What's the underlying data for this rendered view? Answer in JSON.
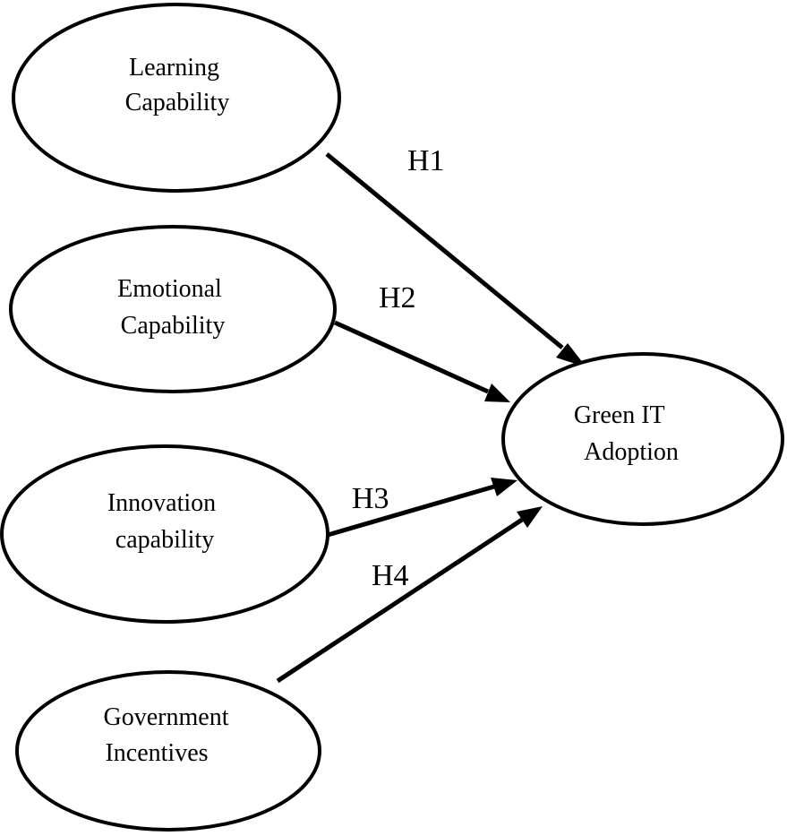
{
  "nodes": {
    "learning": {
      "line1": "Learning",
      "line2": "Capability"
    },
    "emotional": {
      "line1": "Emotional",
      "line2": "Capability"
    },
    "innovation": {
      "line1": "Innovation",
      "line2": "capability"
    },
    "government": {
      "line1": "Government",
      "line2": "Incentives"
    },
    "green_it": {
      "line1": "Green IT",
      "line2": "Adoption"
    }
  },
  "edges": {
    "h1": {
      "label": "H1",
      "from": "Learning Capability",
      "to": "Green IT Adoption"
    },
    "h2": {
      "label": "H2",
      "from": "Emotional Capability",
      "to": "Green IT Adoption"
    },
    "h3": {
      "label": "H3",
      "from": "Innovation capability",
      "to": "Green IT Adoption"
    },
    "h4": {
      "label": "H4",
      "from": "Government Incentives",
      "to": "Green IT Adoption"
    }
  }
}
